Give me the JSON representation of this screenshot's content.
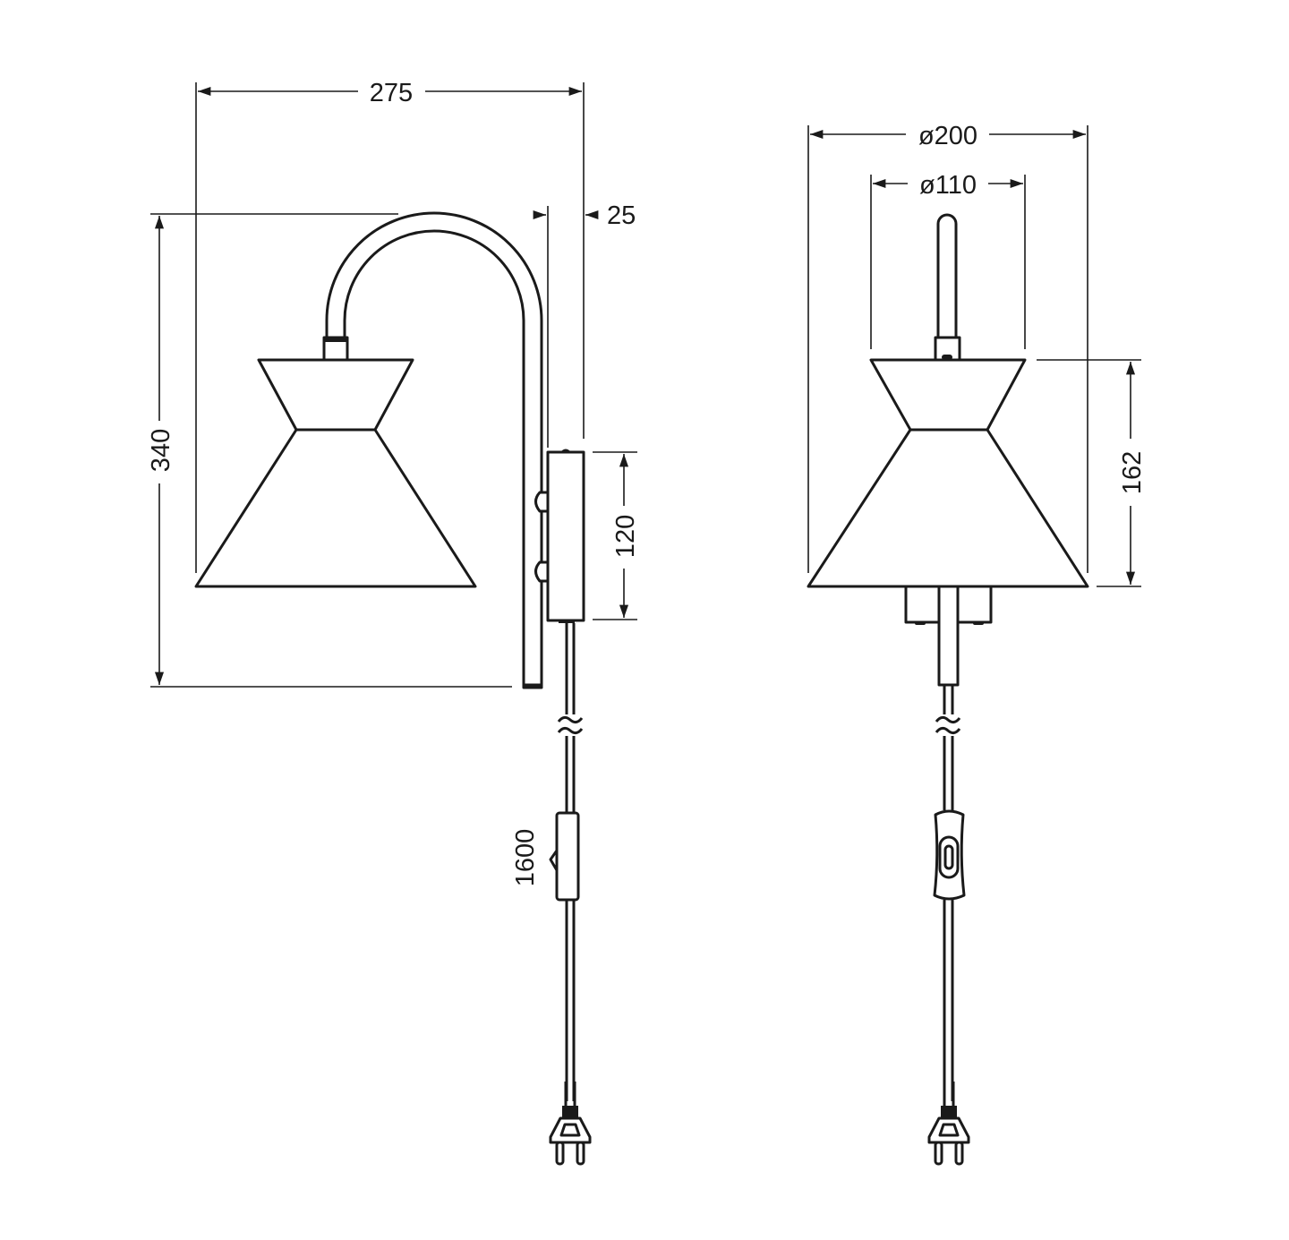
{
  "drawing": {
    "side_view": {
      "width_label": "275",
      "height_label": "340",
      "offset_label": "25",
      "mount_height_label": "120",
      "cable_length_label": "1600"
    },
    "front_view": {
      "shade_diameter_label": "ø200",
      "top_diameter_label": "ø110",
      "shade_height_label": "162"
    },
    "colors": {
      "line": "#1a1a1a",
      "background": "#ffffff"
    }
  }
}
